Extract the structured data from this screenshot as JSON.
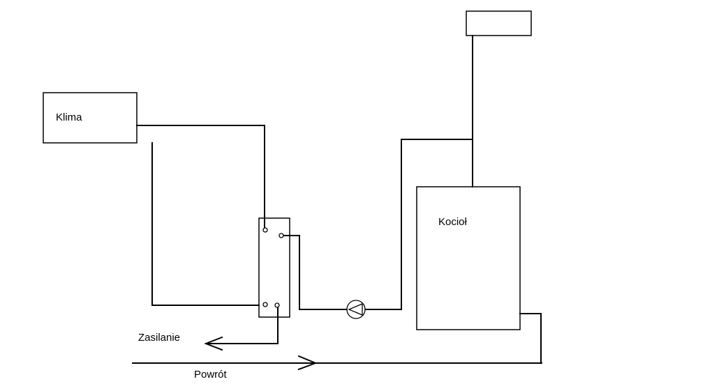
{
  "canvas": {
    "background": "#ffffff",
    "line_color": "#000000"
  },
  "labels": {
    "klima": "Klima",
    "kociol": "Kocioł",
    "zasilanie": "Zasilanie",
    "powrot": "Powrót"
  },
  "symbols": {
    "pump": "circle-with-triangle"
  }
}
